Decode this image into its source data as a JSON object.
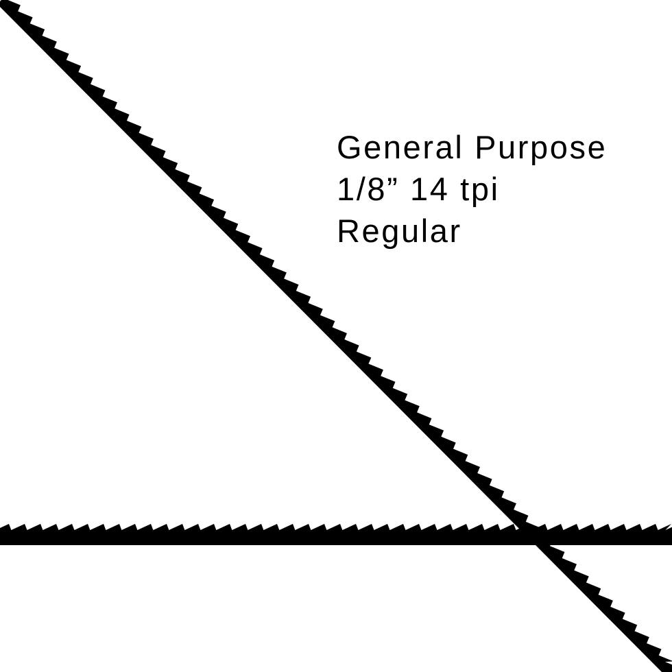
{
  "blade": {
    "name": "General Purpose",
    "spec": "1/8” 14 tpi",
    "type": "Regular"
  },
  "colors": {
    "background": "#ffffff",
    "blade": "#000000",
    "text": "#000000"
  }
}
